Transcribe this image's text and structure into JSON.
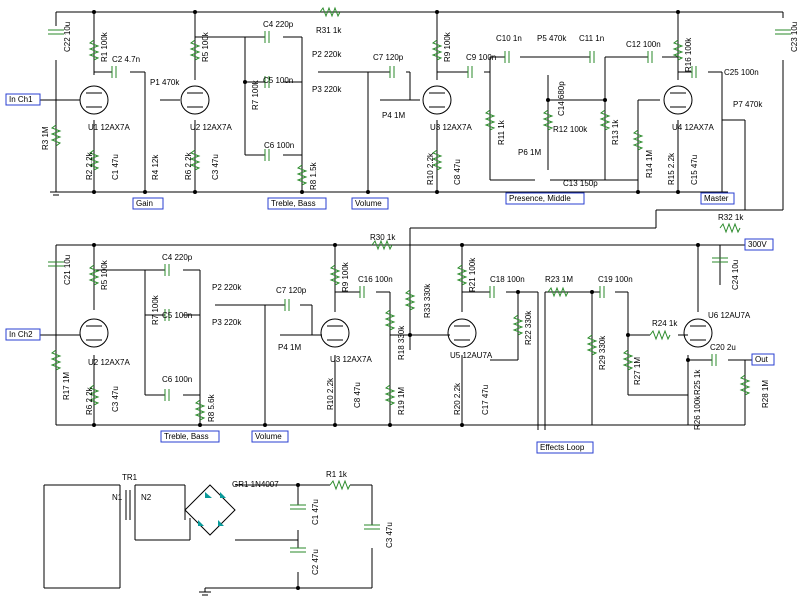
{
  "ports": {
    "in_ch1": "In Ch1",
    "in_ch2": "In Ch2",
    "out": "Out",
    "v300": "300V"
  },
  "section_labels": {
    "gain": "Gain",
    "treble_bass_1": "Treble, Bass",
    "volume_1": "Volume",
    "presence_middle": "Presence, Middle",
    "master": "Master",
    "treble_bass_2": "Treble, Bass",
    "volume_2": "Volume",
    "effects_loop": "Effects Loop"
  },
  "ch1": {
    "c22": "C22 10u",
    "r31": "R31 1k",
    "c23": "C23 10u",
    "r1": "R1 100k",
    "c2": "C2 4.7n",
    "p1": "P1 470k",
    "r5": "R5 100k",
    "c4": "C4 220p",
    "p2": "P2 220k",
    "c5": "C5 100n",
    "r7": "R7 100k",
    "p3": "P3 220k",
    "c7": "C7 120p",
    "r9": "R9 100k",
    "c9": "C9 100n",
    "c10": "C10 1n",
    "p5": "P5 470k",
    "c11": "C11 1n",
    "c12": "C12 100n",
    "r16": "R16 100k",
    "c25": "C25 100n",
    "u1": "U1 12AX7A",
    "r3": "R3 1M",
    "u2": "U2 12AX7A",
    "r2": "R2 2.2k",
    "c1": "C1 47u",
    "r4": "R4 12k",
    "r6": "R6 2.2k",
    "c3": "C3 47u",
    "c6": "C6 100n",
    "r8": "R8 1.5k",
    "p4": "P4 1M",
    "u3": "U3 12AX7A",
    "r10": "R10 2.2k",
    "c8": "C8 47u",
    "r11": "R11 1k",
    "c14": "C14 680p",
    "r12": "R12 100k",
    "r13": "R13 1k",
    "p6": "P6 1M",
    "c13": "C13 150p",
    "r14": "R14 1M",
    "u4": "U4 12AX7A",
    "p7": "P7 470k",
    "r15": "R15 2.2k",
    "c15": "C15 47u",
    "r32": "R32 1k"
  },
  "ch2": {
    "c21": "C21 10u",
    "r5": "R5 100k",
    "c4": "C4 220p",
    "p2": "P2 220k",
    "r7": "R7 100k",
    "c5": "C5 100n",
    "p3": "P3 220k",
    "c7": "C7 120p",
    "r30": "R30 1k",
    "r9": "R9 100k",
    "c16": "C16 100n",
    "r21": "R21 100k",
    "c18": "C18 100n",
    "r23": "R23 1M",
    "c19": "C19 100n",
    "c24": "C24 10u",
    "u2": "U2 12AX7A",
    "r17": "R17 1M",
    "r6": "R6 2.2k",
    "c3": "C3 47u",
    "c6": "C6 100n",
    "r8": "R8 5.6k",
    "p4": "P4 1M",
    "u3": "U3 12AX7A",
    "r10": "R10 2.2k",
    "c8": "C8 47u",
    "r18": "R18 330k",
    "r19": "R19 1M",
    "r33": "R33 330k",
    "u5": "U5 12AU7A",
    "r20": "R20 2.2k",
    "c17": "C17 47u",
    "r22": "R22 330k",
    "r29": "R29 330k",
    "r24": "R24 1k",
    "u6": "U6 12AU7A",
    "c20": "C20 2u",
    "r27": "R27 1M",
    "r25": "R25 1k",
    "r26": "R26 100k",
    "r28": "R28 1M"
  },
  "psu": {
    "tr1": "TR1",
    "n1": "N1",
    "n2": "N2",
    "gr1": "GR1 1N4007",
    "r1": "R1 1k",
    "c1": "C1 47u",
    "c2": "C2 47u",
    "c3": "C3 47u"
  }
}
